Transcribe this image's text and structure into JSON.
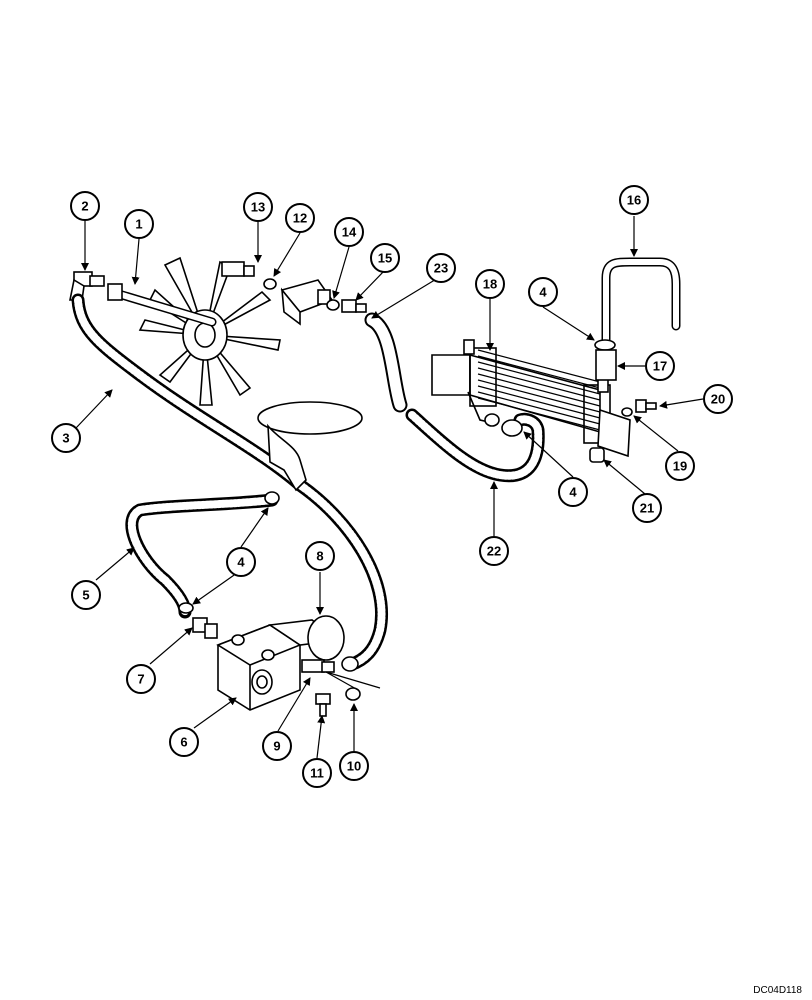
{
  "callouts": [
    "1",
    "2",
    "3",
    "4",
    "5",
    "6",
    "7",
    "8",
    "9",
    "10",
    "11",
    "12",
    "13",
    "14",
    "15",
    "16",
    "17",
    "18",
    "19",
    "20",
    "21",
    "22",
    "23"
  ],
  "document_code": "DC04D118"
}
